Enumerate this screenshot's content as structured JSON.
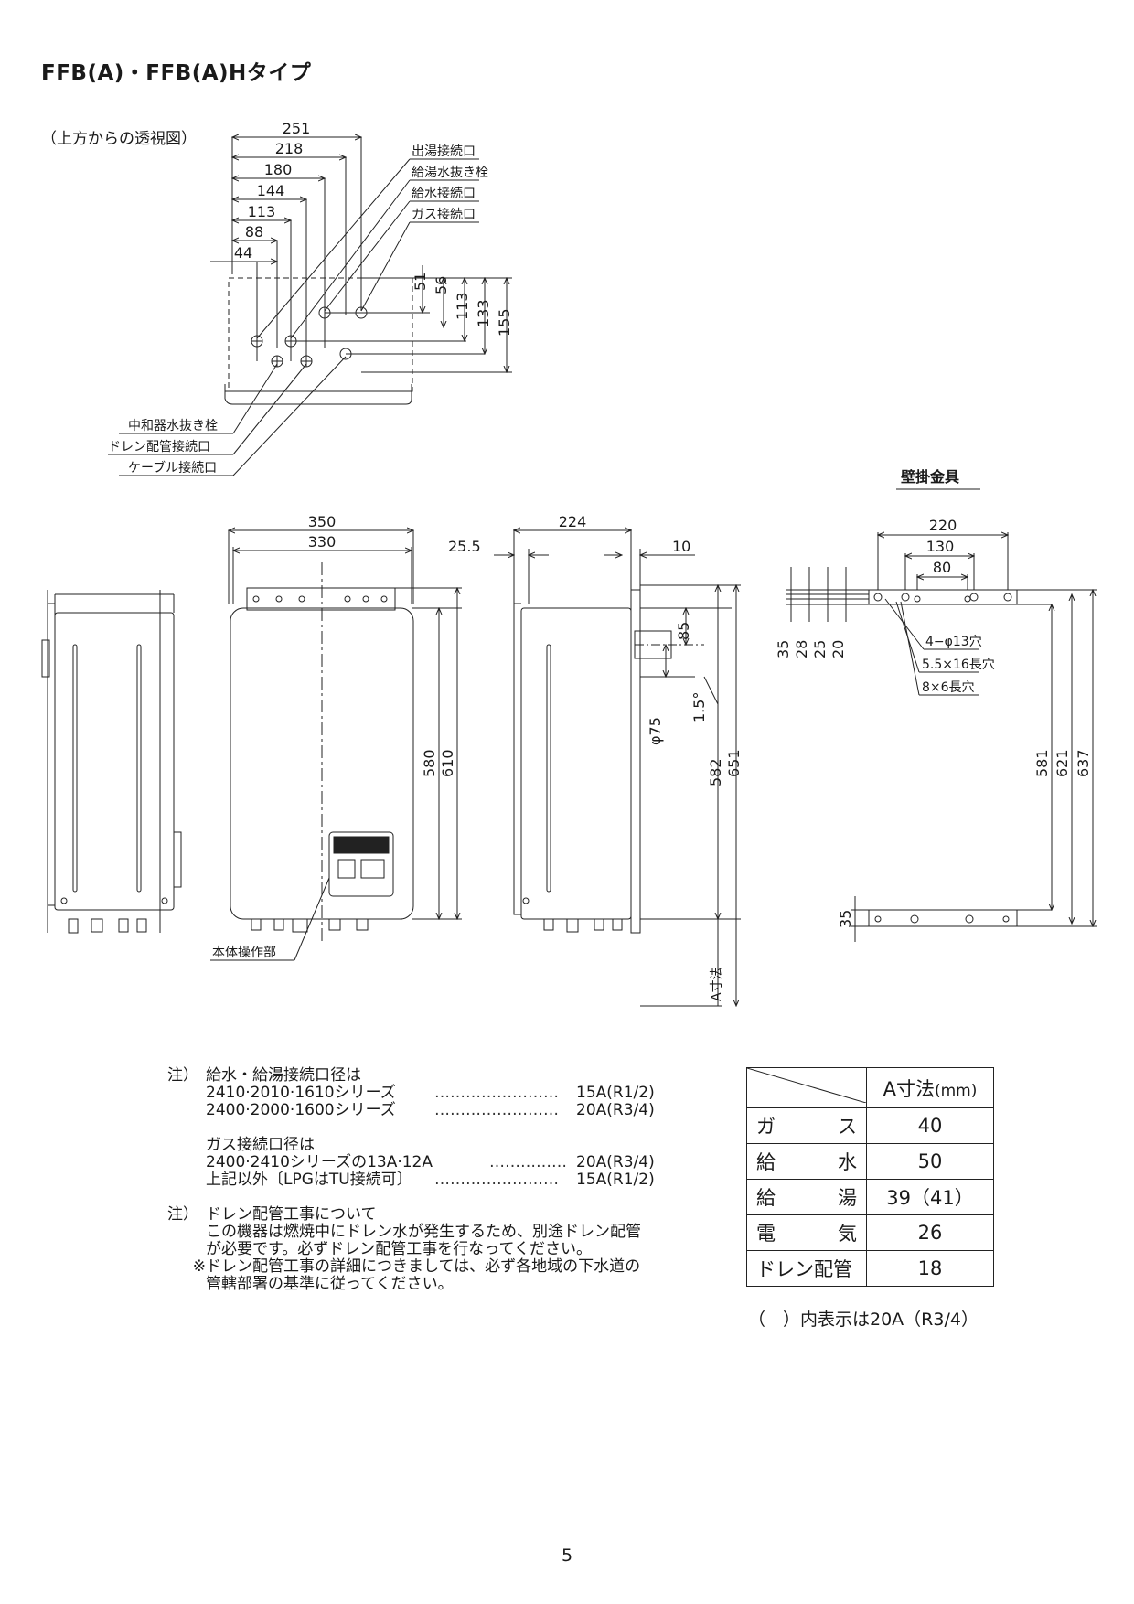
{
  "title": "FFB(A)・FFB(A)Hタイプ",
  "top_view": {
    "caption": "（上方からの透視図）",
    "width_dims": [
      "251",
      "218",
      "180",
      "144",
      "113",
      "88",
      "44"
    ],
    "depth_dims": [
      "51",
      "56",
      "113",
      "133",
      "155"
    ],
    "labels_right": [
      "出湯接続口",
      "給湯水抜き栓",
      "給水接続口",
      "ガス接続口"
    ],
    "labels_left": [
      "中和器水抜き栓",
      "ドレン配管接続口",
      "ケーブル接続口"
    ]
  },
  "front_view": {
    "dims": [
      "350",
      "330",
      "580",
      "610"
    ],
    "panel_label": "本体操作部"
  },
  "side_view": {
    "dims": [
      "224",
      "25.5",
      "10",
      "85",
      "φ75",
      "1.5°",
      "582",
      "651",
      "A寸法"
    ]
  },
  "bracket": {
    "title": "壁掛金具",
    "dims": [
      "220",
      "130",
      "80",
      "35",
      "28",
      "25",
      "20",
      "581",
      "621",
      "637",
      "35"
    ],
    "labels": [
      "4−φ13穴",
      "5.5×16長穴",
      "8×6長穴"
    ]
  },
  "notes": {
    "note1_label": "注）",
    "note1_head": "給水・給湯接続口径は",
    "note1_rows": [
      {
        "text": "2410·2010·1610シリーズ",
        "dots": "……………………",
        "value": "15A(R1/2)"
      },
      {
        "text": "2400·2000·1600シリーズ",
        "dots": "……………………",
        "value": "20A(R3/4)"
      }
    ],
    "gas_head": "ガス接続口径は",
    "gas_rows": [
      {
        "text": "2400·2410シリーズの13A·12A",
        "dots": "……………",
        "value": "20A(R3/4)"
      },
      {
        "text": "上記以外〔LPGはTU接続可〕",
        "dots": "……………………",
        "value": "15A(R1/2)"
      }
    ],
    "note2_label": "注）",
    "note2_head": "ドレン配管工事について",
    "note2_lines": [
      "この機器は燃焼中にドレン水が発生するため、別途ドレン配管",
      "が必要です。必ずドレン配管工事を行なってください。"
    ],
    "note3_mark": "※",
    "note3_lines": [
      "ドレン配管工事の詳細につきましては、必ず各地域の下水道の",
      "管轄部署の基準に従ってください。"
    ]
  },
  "a_table": {
    "header": "A寸法",
    "unit": "(mm)",
    "rows": [
      {
        "name": [
          "ガ",
          "ス"
        ],
        "value": "40"
      },
      {
        "name": [
          "給",
          "水"
        ],
        "value": "50"
      },
      {
        "name": [
          "給",
          "湯"
        ],
        "value": "39（41）"
      },
      {
        "name": [
          "電",
          "気"
        ],
        "value": "26"
      },
      {
        "name": [
          "ドレン配管"
        ],
        "value": "18"
      }
    ],
    "note": "（　）内表示は20A（R3/4）"
  },
  "page_number": "5"
}
